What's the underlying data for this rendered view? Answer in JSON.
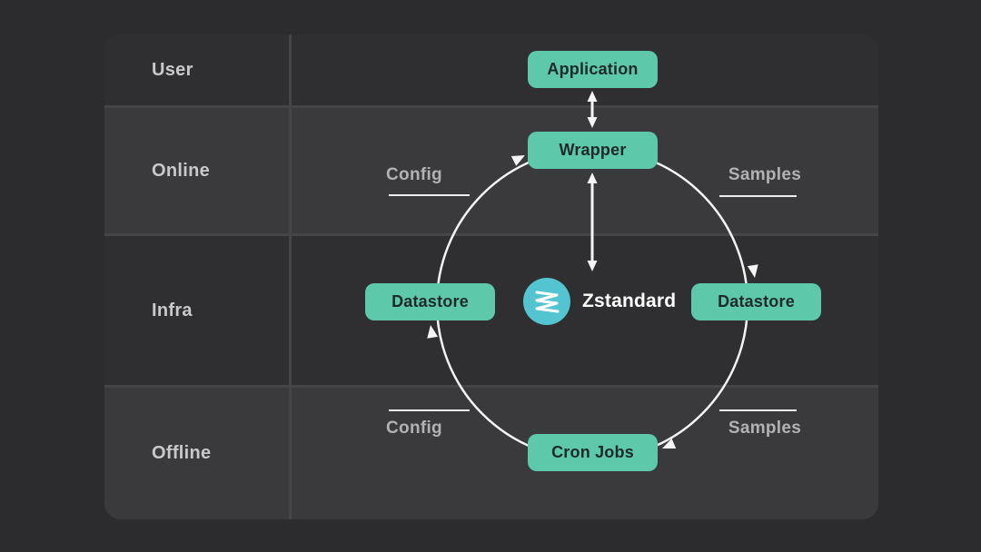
{
  "rows": [
    {
      "label": "User"
    },
    {
      "label": "Online"
    },
    {
      "label": "Infra"
    },
    {
      "label": "Offline"
    }
  ],
  "nodes": {
    "application": "Application",
    "wrapper": "Wrapper",
    "datastore_left": "Datastore",
    "datastore_right": "Datastore",
    "cron_jobs": "Cron Jobs"
  },
  "center": {
    "label": "Zstandard",
    "icon": "zstandard-zigzag-icon"
  },
  "edges": {
    "config_top": "Config",
    "samples_top": "Samples",
    "config_bottom": "Config",
    "samples_bottom": "Samples"
  },
  "flow": {
    "direction": "clockwise",
    "sequence": [
      "Wrapper",
      "Datastore (right, Samples)",
      "Cron Jobs",
      "Datastore (left, Config)",
      "Wrapper"
    ],
    "vertical_links": [
      "Application <-> Wrapper",
      "Wrapper <-> Zstandard"
    ]
  },
  "colors": {
    "page_bg": "#2c2c2e",
    "panel_gap": "#454547",
    "row_dark": "#2f2f31",
    "row_light": "#3a3a3c",
    "row_label": "#c9c9cb",
    "edge_label": "#b2b2b5",
    "node_fill": "#5ec8ab",
    "node_text": "#1e2a27",
    "logo_circle": "#54c4d1",
    "arrow": "#f4f4f4"
  }
}
